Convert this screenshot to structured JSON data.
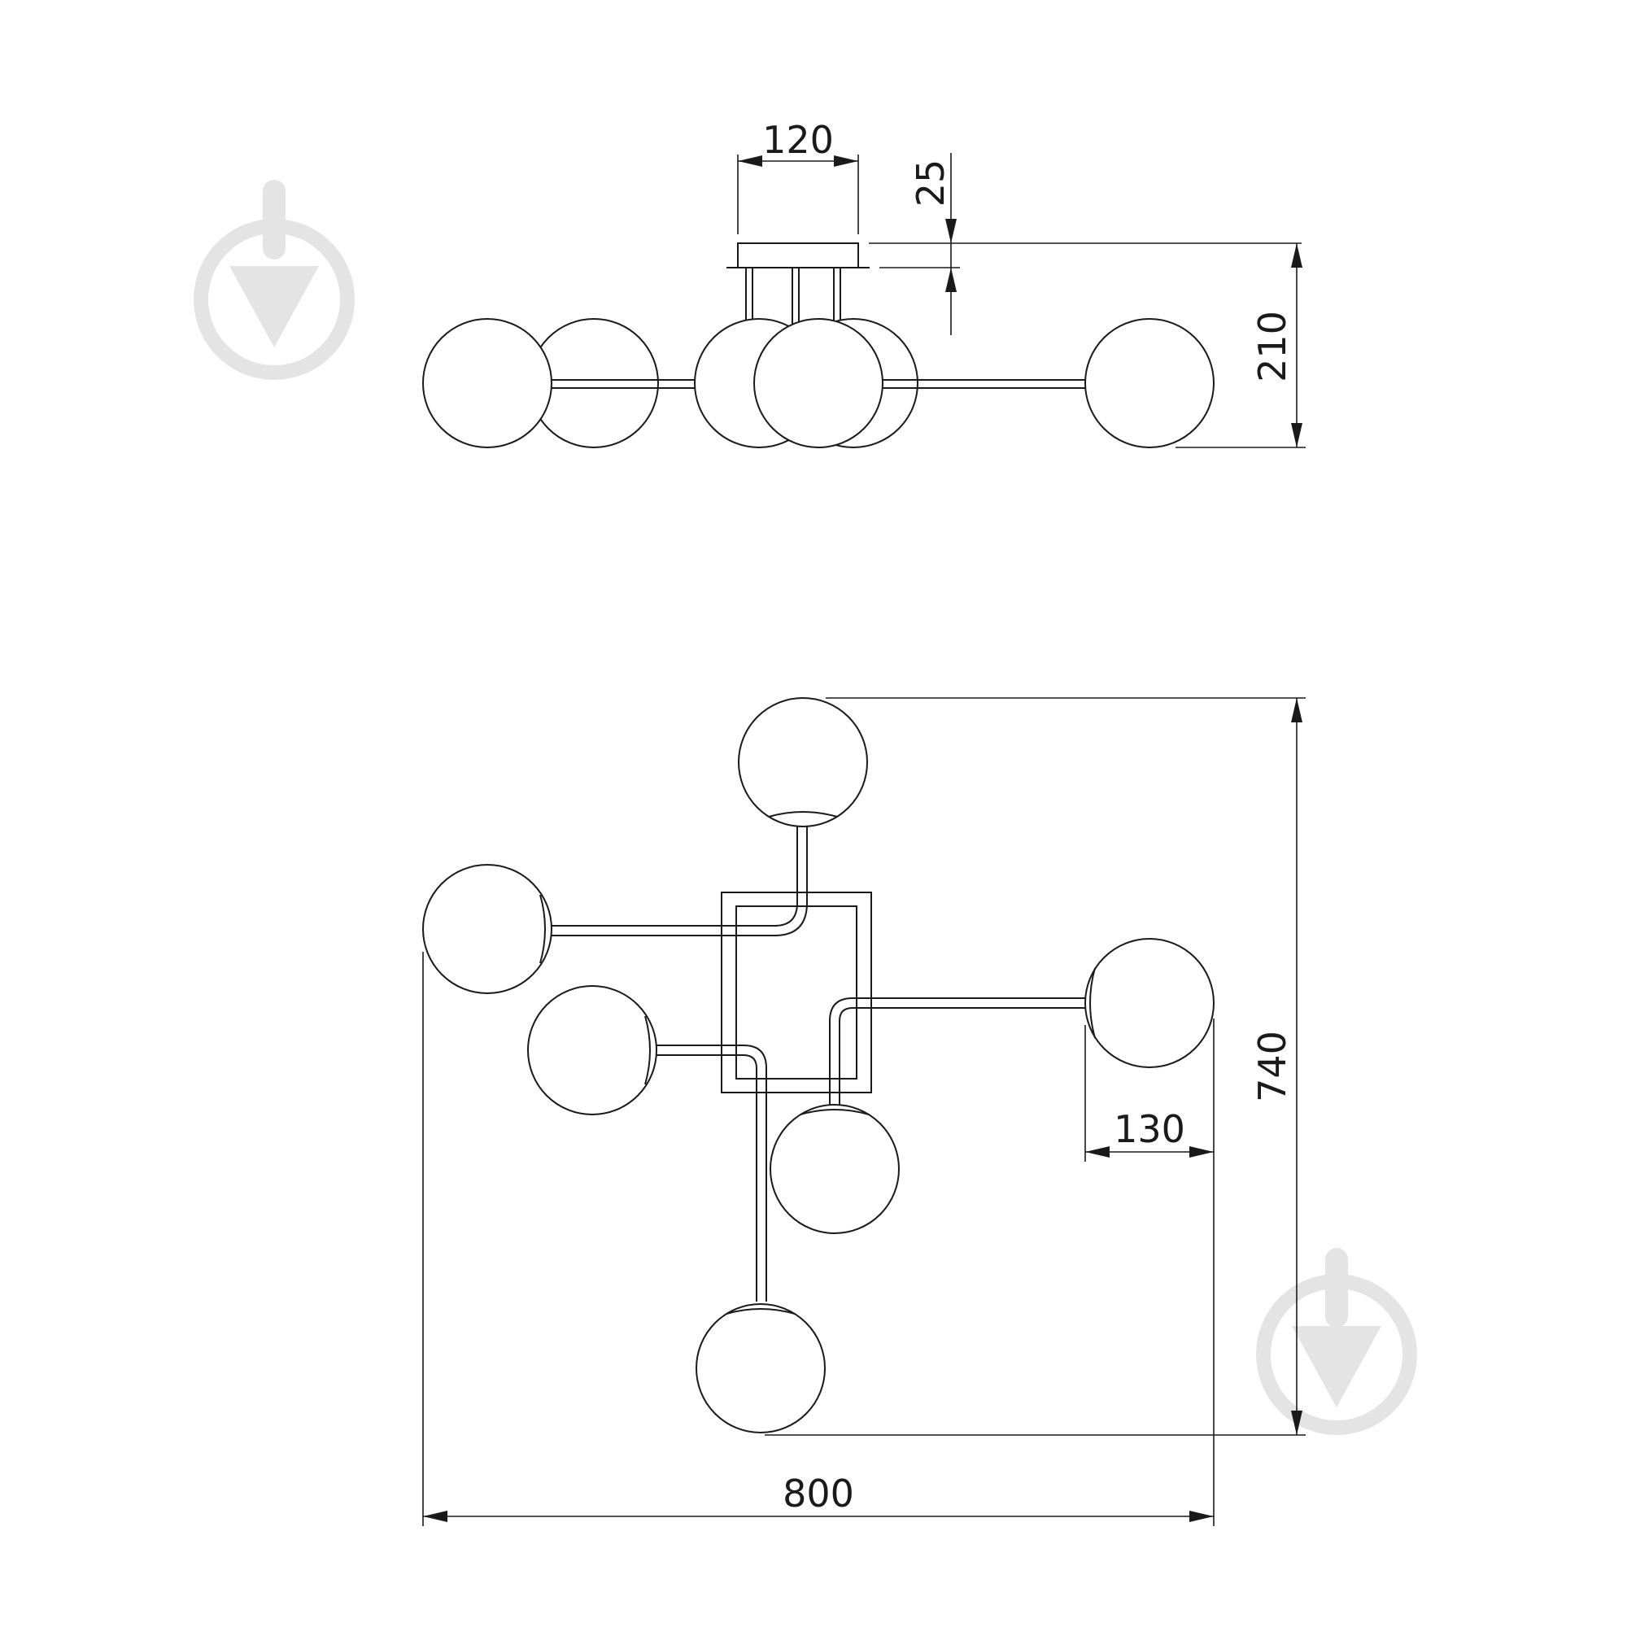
{
  "diagram": {
    "views": [
      {
        "name": "side-view",
        "dimensions": {
          "canopy_width": "120",
          "canopy_height": "25",
          "total_height": "210"
        }
      },
      {
        "name": "top-view",
        "dimensions": {
          "total_depth": "740",
          "total_width": "800",
          "globe_diameter": "130"
        }
      }
    ],
    "watermark": {
      "icon": "pin-drop-icon",
      "color": "#e4e4e4",
      "count": 2
    },
    "line_color": "#1a1a1a"
  }
}
